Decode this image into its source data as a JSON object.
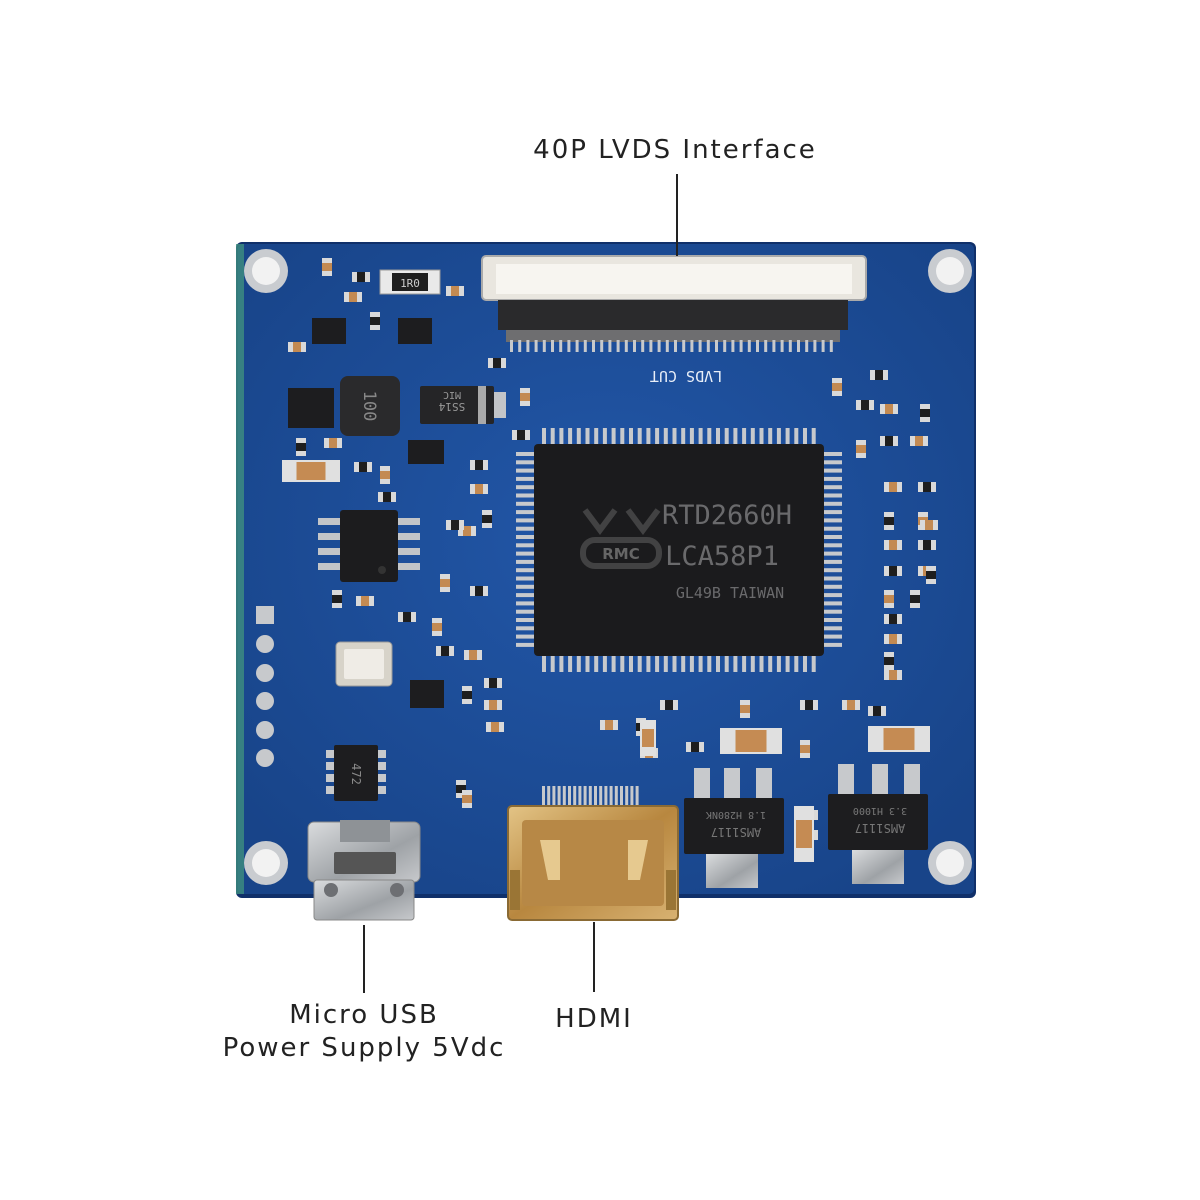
{
  "labels": {
    "lvds": "40P LVDS Interface",
    "usb_line1": "Micro USB",
    "usb_line2": "Power Supply 5Vdc",
    "hdmi": "HDMI"
  },
  "silkscreen": {
    "lvds_cut": "LVDS CUT",
    "chip_line1": "RTD2660H",
    "chip_line2": "LCA58P1",
    "chip_line3": "GL49B TAIWAN",
    "chip_logo": "RMC",
    "reg1_line1": "AMS1117",
    "reg1_line2": "1.8 H280NK",
    "reg2_line1": "AMS1117",
    "reg2_line2": "3.3 H1000",
    "inductor": "100",
    "diode_line1": "SS14",
    "diode_line2": "MIC",
    "resistor_r010": "1R0",
    "array_472": "472"
  },
  "colors": {
    "pcb": "#1e4d9a",
    "pcb_edge": "#15397a",
    "chip": "#1b1b1d",
    "gold": "#c9a35a",
    "metal": "#b9bcc0"
  }
}
